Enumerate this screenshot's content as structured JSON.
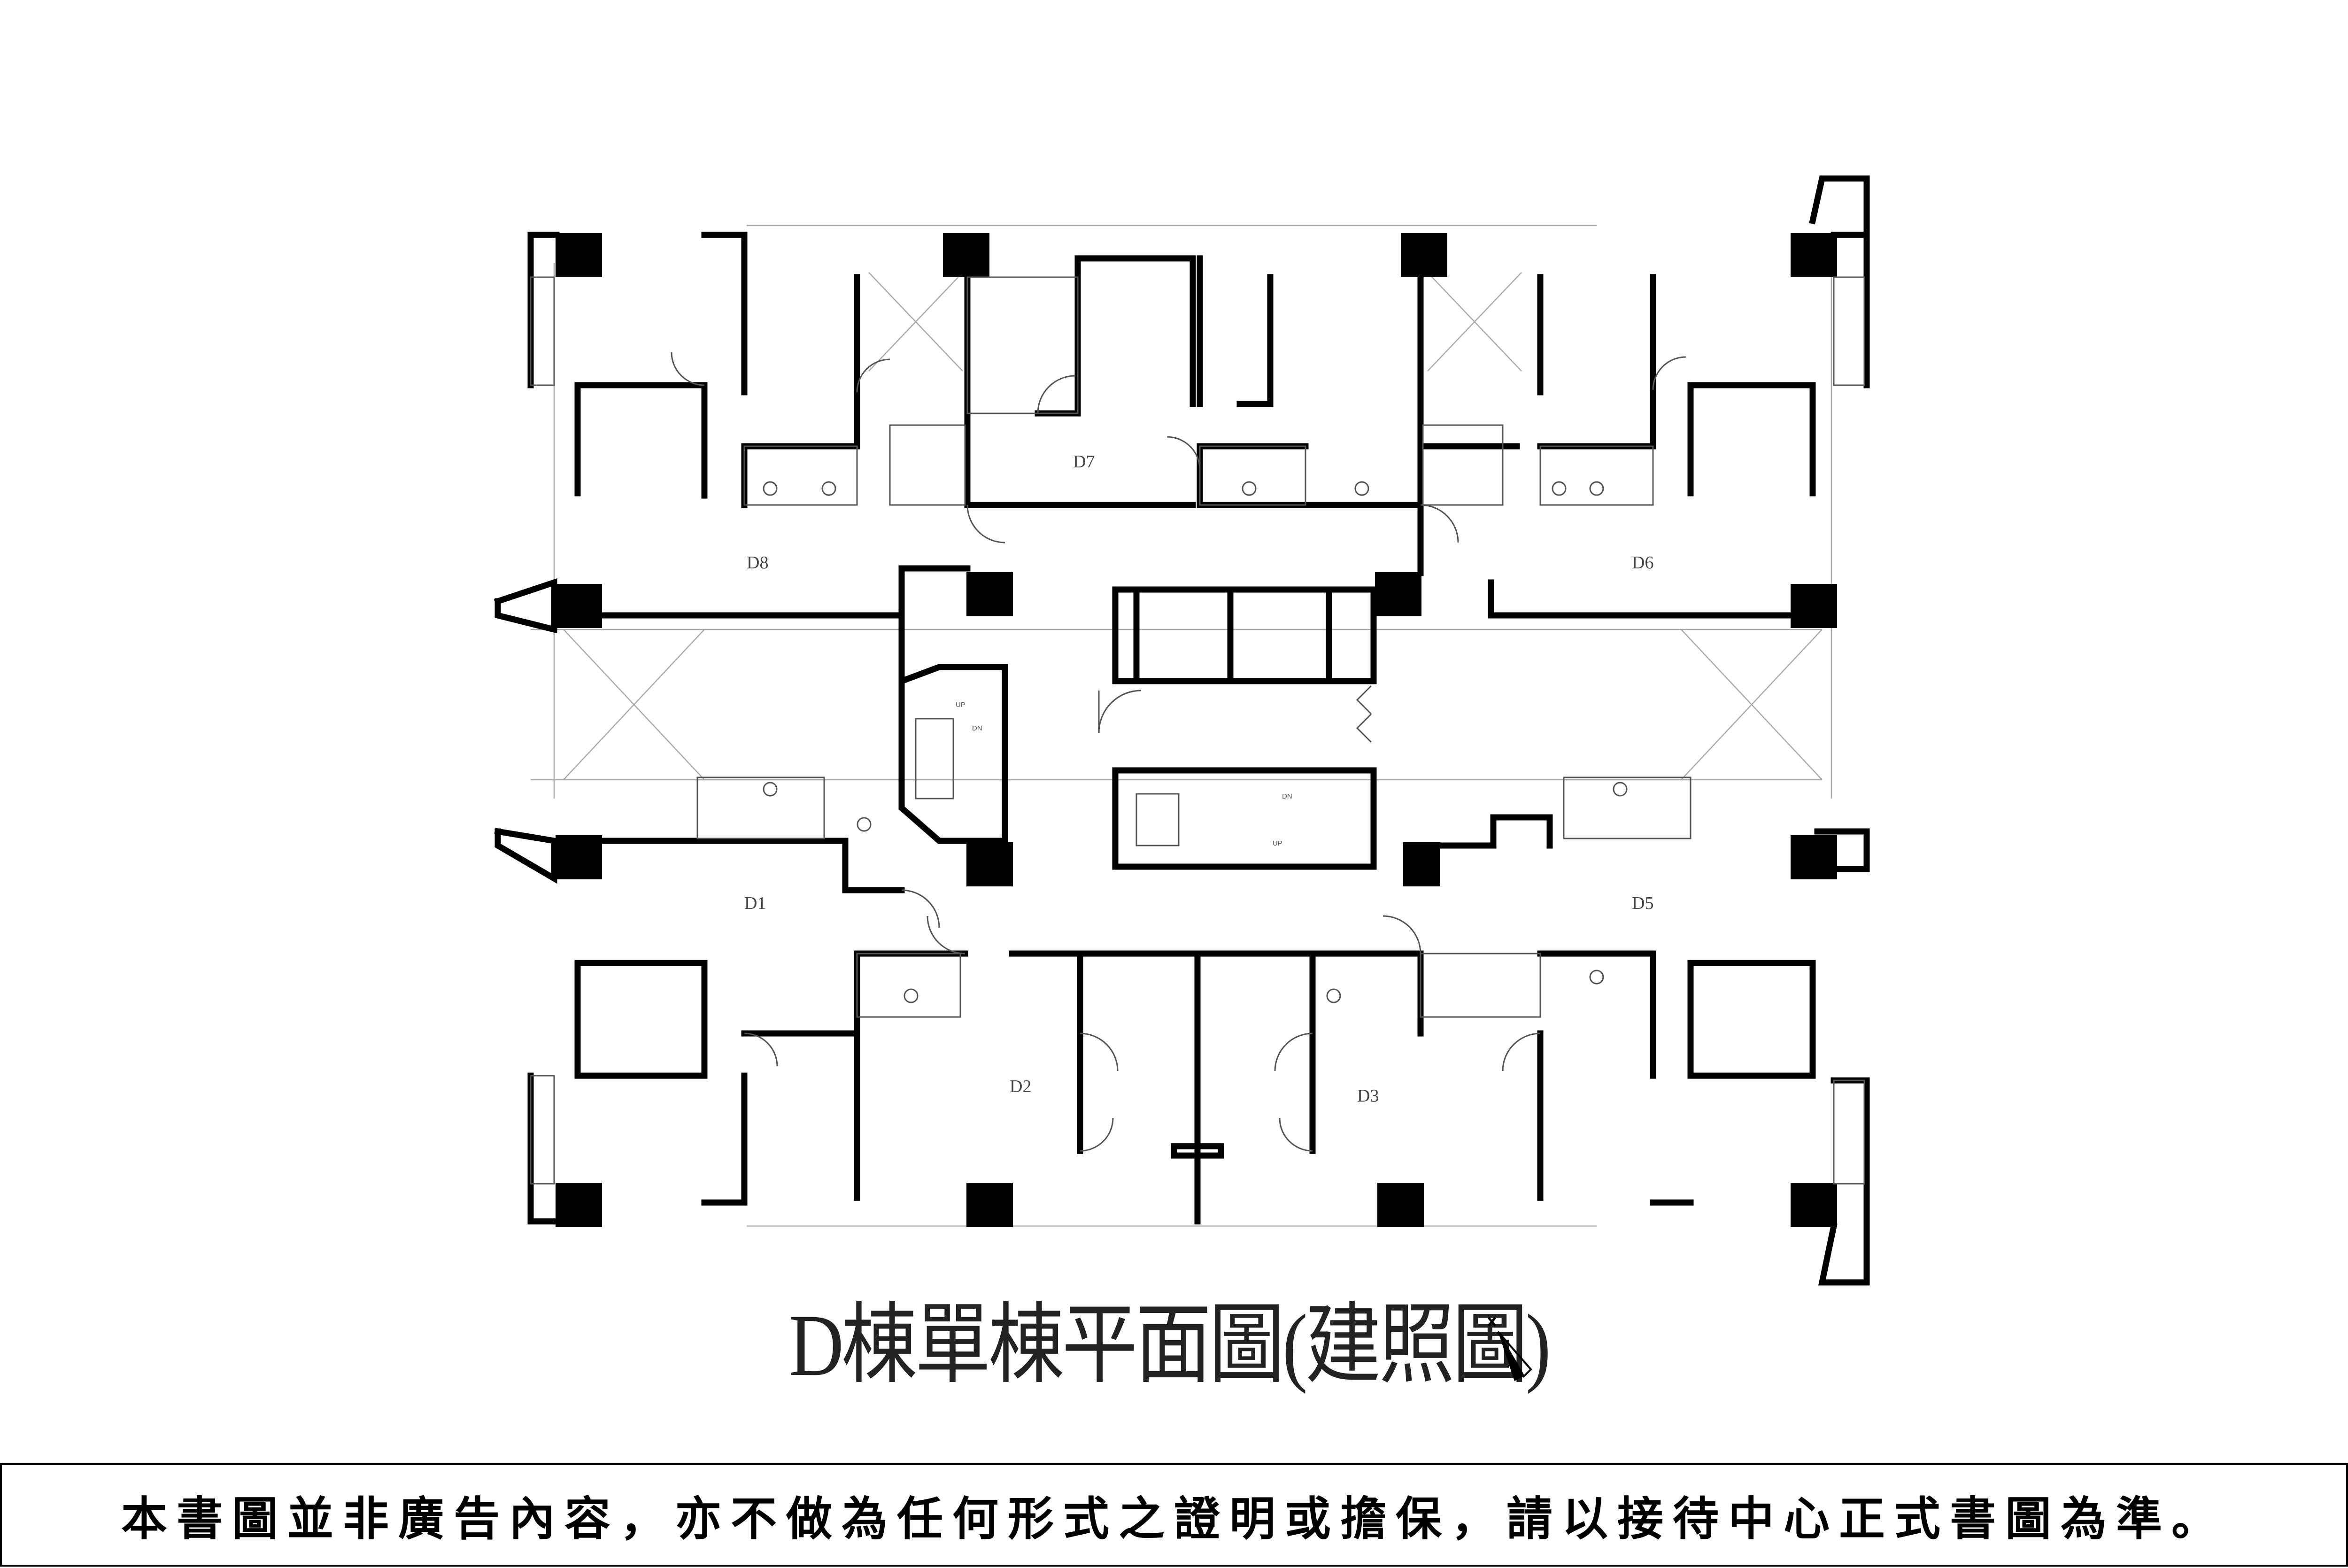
{
  "title": "D棟單棟平面圖(建照圖)",
  "units": [
    "D1",
    "D2",
    "D3",
    "D5",
    "D6",
    "D7",
    "D8"
  ],
  "stair_labels": {
    "up": "UP",
    "down": "DN"
  },
  "disclaimer": "本書圖並非廣告內容，亦不做為任何形式之證明或擔保，請以接待中心正式書圖為準。",
  "icons": {
    "north_arrow": "north-arrow-icon"
  }
}
